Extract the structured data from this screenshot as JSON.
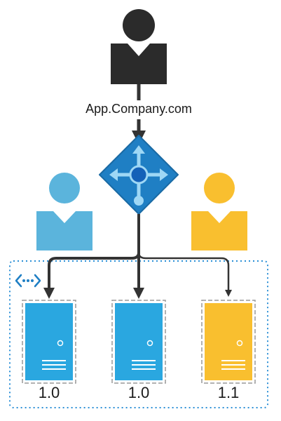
{
  "diagram": {
    "endpoint_label": "App.Company.com",
    "servers": [
      {
        "version": "1.0",
        "color": "#2aa7e0"
      },
      {
        "version": "1.0",
        "color": "#2aa7e0"
      },
      {
        "version": "1.1",
        "color": "#f9bf2f"
      }
    ],
    "users": [
      {
        "icon": "user-icon",
        "color": "#2b2b2b"
      },
      {
        "icon": "user-icon",
        "color": "#5bb4dc"
      },
      {
        "icon": "user-icon",
        "color": "#f9bf2f"
      }
    ],
    "router": {
      "icon": "load-balancer-icon",
      "color": "#1f7fc4"
    },
    "network": {
      "icon": "virtual-network-icon",
      "color": "#1f7fc4"
    }
  }
}
